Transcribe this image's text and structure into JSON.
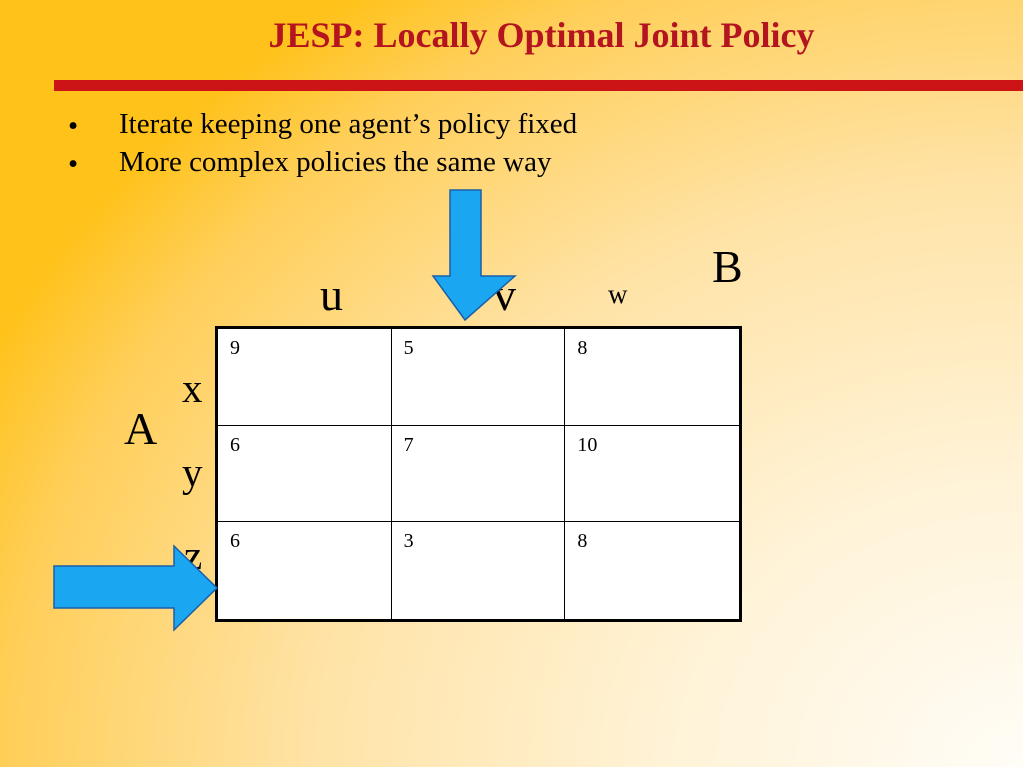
{
  "slide": {
    "title": "JESP: Locally Optimal Joint Policy",
    "bullet_marker": "•",
    "bullets": [
      "Iterate keeping one agent’s policy fixed",
      "More complex policies the same way"
    ]
  },
  "matrix": {
    "row_player": "A",
    "column_player": "B",
    "columns": [
      "u",
      "v",
      "w"
    ],
    "rows": [
      "x",
      "y",
      "z"
    ],
    "cells": [
      [
        "9",
        "5",
        "8"
      ],
      [
        "6",
        "7",
        "10"
      ],
      [
        "6",
        "3",
        "8"
      ]
    ]
  },
  "arrows": {
    "color": "#1aa6f0",
    "outline": "#1b5fa8",
    "down_arrow_target_column": "v",
    "right_arrow_target_row": "z"
  }
}
